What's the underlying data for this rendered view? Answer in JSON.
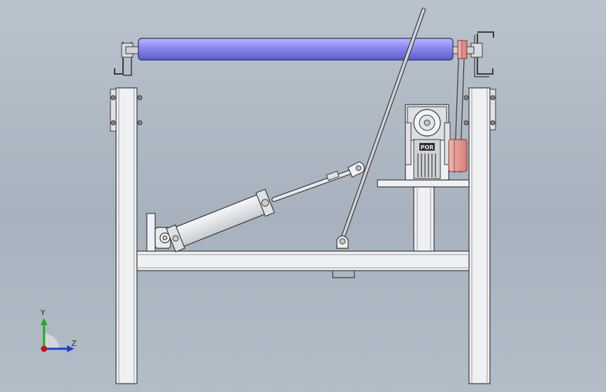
{
  "viewport": {
    "background_top": "#b9c3cd",
    "background_bottom": "#b3bdc8"
  },
  "model": {
    "parts": [
      "base-frame",
      "left-post",
      "right-post",
      "cross-beam",
      "roller",
      "roller-brackets",
      "pneumatic-cylinder",
      "piston-rod",
      "lever-arm",
      "gear-motor",
      "motor-platform",
      "sprockets",
      "drive-chain"
    ],
    "colors": {
      "frame": "#eef0f2",
      "edge": "#3a3a3a",
      "roller": "#8c8cf0",
      "sprocket": "#e89b94",
      "cylinder": "#e4e6e8"
    },
    "motor_plate_text": "POR"
  },
  "triad": {
    "y_label": "Y",
    "z_label": "Z",
    "colors": {
      "y": "#22aa22",
      "z": "#1f3fd0",
      "x": "#cc1111"
    }
  }
}
